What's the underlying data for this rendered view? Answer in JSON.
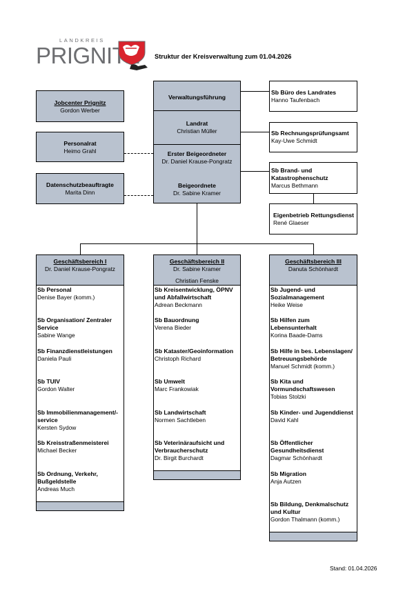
{
  "header": {
    "logo_top": "LANDKREIS",
    "logo_main": "PRIGNITZ",
    "doc_title": "Struktur der Kreisverwaltung zum 01.04.2026"
  },
  "left_boxes": [
    {
      "title": "Jobcenter Prignitz",
      "name": "Gordon Werber"
    },
    {
      "title": "Personalrat",
      "name": "Heimo Grahl"
    },
    {
      "title": "Datenschutzbeauftragte",
      "name": "Marita Dinn"
    }
  ],
  "center": {
    "verwaltung": "Verwaltungsführung",
    "landrat_title": "Landrat",
    "landrat_name": "Christian Müller",
    "erster_title": "Erster Beigeordneter",
    "erster_name": "Dr. Daniel Krause-Pongratz",
    "beig_title": "Beigeordnete",
    "beig_name": "Dr. Sabine Kramer"
  },
  "right_boxes": [
    {
      "title": "Sb Büro des Landrates",
      "name": "Hanno Taufenbach"
    },
    {
      "title": "Sb Rechnungsprüfungsamt",
      "name": "Kay-Uwe Schmidt"
    },
    {
      "title1": "Sb Brand- und",
      "title2": "Katastrophenschutz",
      "name": "Marcus Bethmann"
    },
    {
      "title": "Eigenbetrieb Rettungsdienst",
      "name": "René Glaeser"
    }
  ],
  "columns": [
    {
      "header": "Geschäftsbereich I",
      "head_name": "Dr. Daniel Krause-Pongratz",
      "items": [
        {
          "t1": "Sb Personal",
          "name": "Denise Bayer (komm.)"
        },
        {
          "t1": "Sb Organisation/ Zentraler",
          "t2": "Service",
          "name": "Sabine Wange"
        },
        {
          "t1": "Sb Finanzdienstleistungen",
          "name": "Daniela Pauli"
        },
        {
          "t1": "Sb TUIV",
          "name": "Gordon Walter"
        },
        {
          "t1": "Sb Immobilienmanagement/-",
          "t2": "service",
          "name": "Kersten Sydow"
        },
        {
          "t1": "Sb Kreisstraßenmeisterei",
          "name": "Michael Becker"
        },
        {
          "t1": "Sb Ordnung, Verkehr,",
          "t2": "Bußgeldstelle",
          "name": "Andreas Much"
        }
      ]
    },
    {
      "header": "Geschäftsbereich II",
      "head_name": "Dr. Sabine Kramer",
      "extra_name": "Christian Fenske",
      "items": [
        {
          "t1": "Sb Kreisentwicklung, ÖPNV",
          "t2": "und Abfallwirtschaft",
          "name": "Adrean Beckmann"
        },
        {
          "t1": "Sb Bauordnung",
          "name": "Verena Bieder"
        },
        {
          "t1": "Sb Kataster/Geoinformation",
          "name": "Christoph Richard"
        },
        {
          "t1": "Sb Umwelt",
          "name": "Marc Frankowiak"
        },
        {
          "t1": "Sb Landwirtschaft",
          "name": "Normen Sachtleben"
        },
        {
          "t1": "Sb Veterinäraufsicht und",
          "t2": "Verbraucherschutz",
          "name": "Dr. Birgit Burchardt"
        }
      ]
    },
    {
      "header": "Geschäftsbereich III",
      "head_name": "Danuta Schönhardt",
      "items": [
        {
          "t1": "Sb Jugend- und",
          "t2": "Sozialmanagement",
          "name": "Heike Weise"
        },
        {
          "t1": "Sb Hilfen zum",
          "t2": "Lebensunterhalt",
          "name": "Korina Baade-Dams"
        },
        {
          "t1": "Sb Hilfe in bes. Lebenslagen/",
          "t2": "Betreuungsbehörde",
          "name": "Manuel Schmidt (komm.)"
        },
        {
          "t1": "Sb Kita und",
          "t2": "Vormundschaftswesen",
          "name": "Tobias Stolzki"
        },
        {
          "t1": "Sb Kinder- und Jugenddienst",
          "name": "David Kahl"
        },
        {
          "t1": "Sb Öffentlicher",
          "t2": "Gesundheitsdienst",
          "name": "Dagmar Schönhardt"
        },
        {
          "t1": "Sb Migration",
          "name": "Anja Autzen"
        },
        {
          "t1": "Sb Bildung, Denkmalschutz",
          "t2": "und Kultur",
          "name": " Gordon Thalmann (komm.)"
        }
      ]
    }
  ],
  "footer": {
    "stand": "Stand: 01.04.2026"
  },
  "colors": {
    "box_fill": "#b9c2cf",
    "logo_red": "#d9232d",
    "logo_gray": "#6d6e71"
  }
}
